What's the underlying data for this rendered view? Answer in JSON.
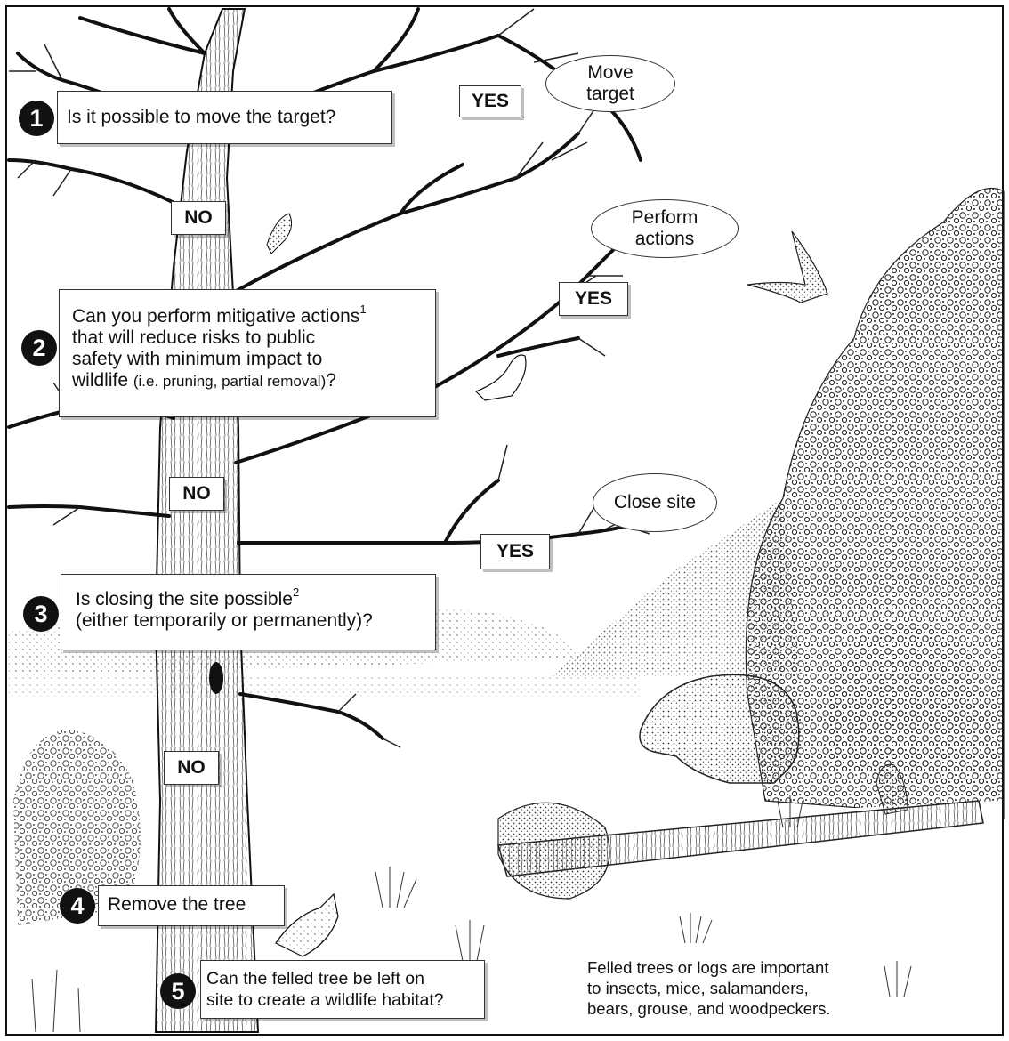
{
  "steps": [
    {
      "number": "1",
      "question": "Is it possible to move the target?",
      "yes_label": "YES",
      "no_label": "NO",
      "outcome": [
        "Move",
        "target"
      ]
    },
    {
      "number": "2",
      "question_lines": [
        "Can you perform mitigative actions",
        "that will reduce risks to public",
        "safety with minimum impact to",
        "wildlife "
      ],
      "footnote": "1",
      "question_small": "(i.e. pruning, partial removal)",
      "question_end": "?",
      "yes_label": "YES",
      "no_label": "NO",
      "outcome": [
        "Perform",
        "actions"
      ]
    },
    {
      "number": "3",
      "question_line1": "Is closing the site possible",
      "footnote": "2",
      "question_line2": "(either temporarily or permanently)?",
      "yes_label": "YES",
      "no_label": "NO",
      "outcome": [
        "Close site"
      ]
    },
    {
      "number": "4",
      "question": "Remove the tree"
    },
    {
      "number": "5",
      "question_lines": [
        "Can the felled tree be left on",
        "site to create a wildlife habitat?"
      ]
    }
  ],
  "caption_lines": [
    "Felled trees or logs are important",
    "to insects, mice, salamanders,",
    "bears, grouse, and woodpeckers."
  ]
}
